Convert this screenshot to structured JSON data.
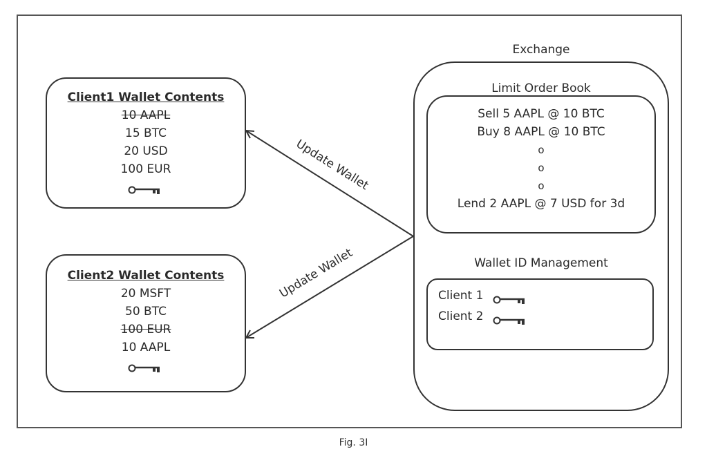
{
  "client1_wallet": {
    "title": "Client1 Wallet Contents",
    "items": [
      {
        "text": "10 AAPL",
        "struck": true
      },
      {
        "text": "15 BTC",
        "struck": false
      },
      {
        "text": "20 USD",
        "struck": false
      },
      {
        "text": "100 EUR",
        "struck": false
      }
    ],
    "icon": "key-icon"
  },
  "client2_wallet": {
    "title": "Client2 Wallet Contents",
    "items": [
      {
        "text": "20 MSFT",
        "struck": false
      },
      {
        "text": "50 BTC",
        "struck": false
      },
      {
        "text": "100 EUR",
        "struck": true
      },
      {
        "text": "10 AAPL",
        "struck": false
      }
    ],
    "icon": "key-icon"
  },
  "arrows": {
    "upper_label": "Update Wallet",
    "lower_label": "Update Wallet"
  },
  "exchange": {
    "title": "Exchange",
    "order_book": {
      "title": "Limit Order Book",
      "orders": [
        "Sell 5 AAPL @ 10 BTC",
        "Buy 8 AAPL @ 10 BTC",
        "o",
        "o",
        "o",
        "Lend 2 AAPL @ 7 USD for 3d"
      ]
    },
    "wallet_id_management": {
      "title": "Wallet ID Management",
      "clients": [
        {
          "label": "Client 1",
          "icon": "key-icon"
        },
        {
          "label": "Client 2",
          "icon": "key-icon"
        }
      ]
    }
  },
  "caption": "Fig. 3I"
}
